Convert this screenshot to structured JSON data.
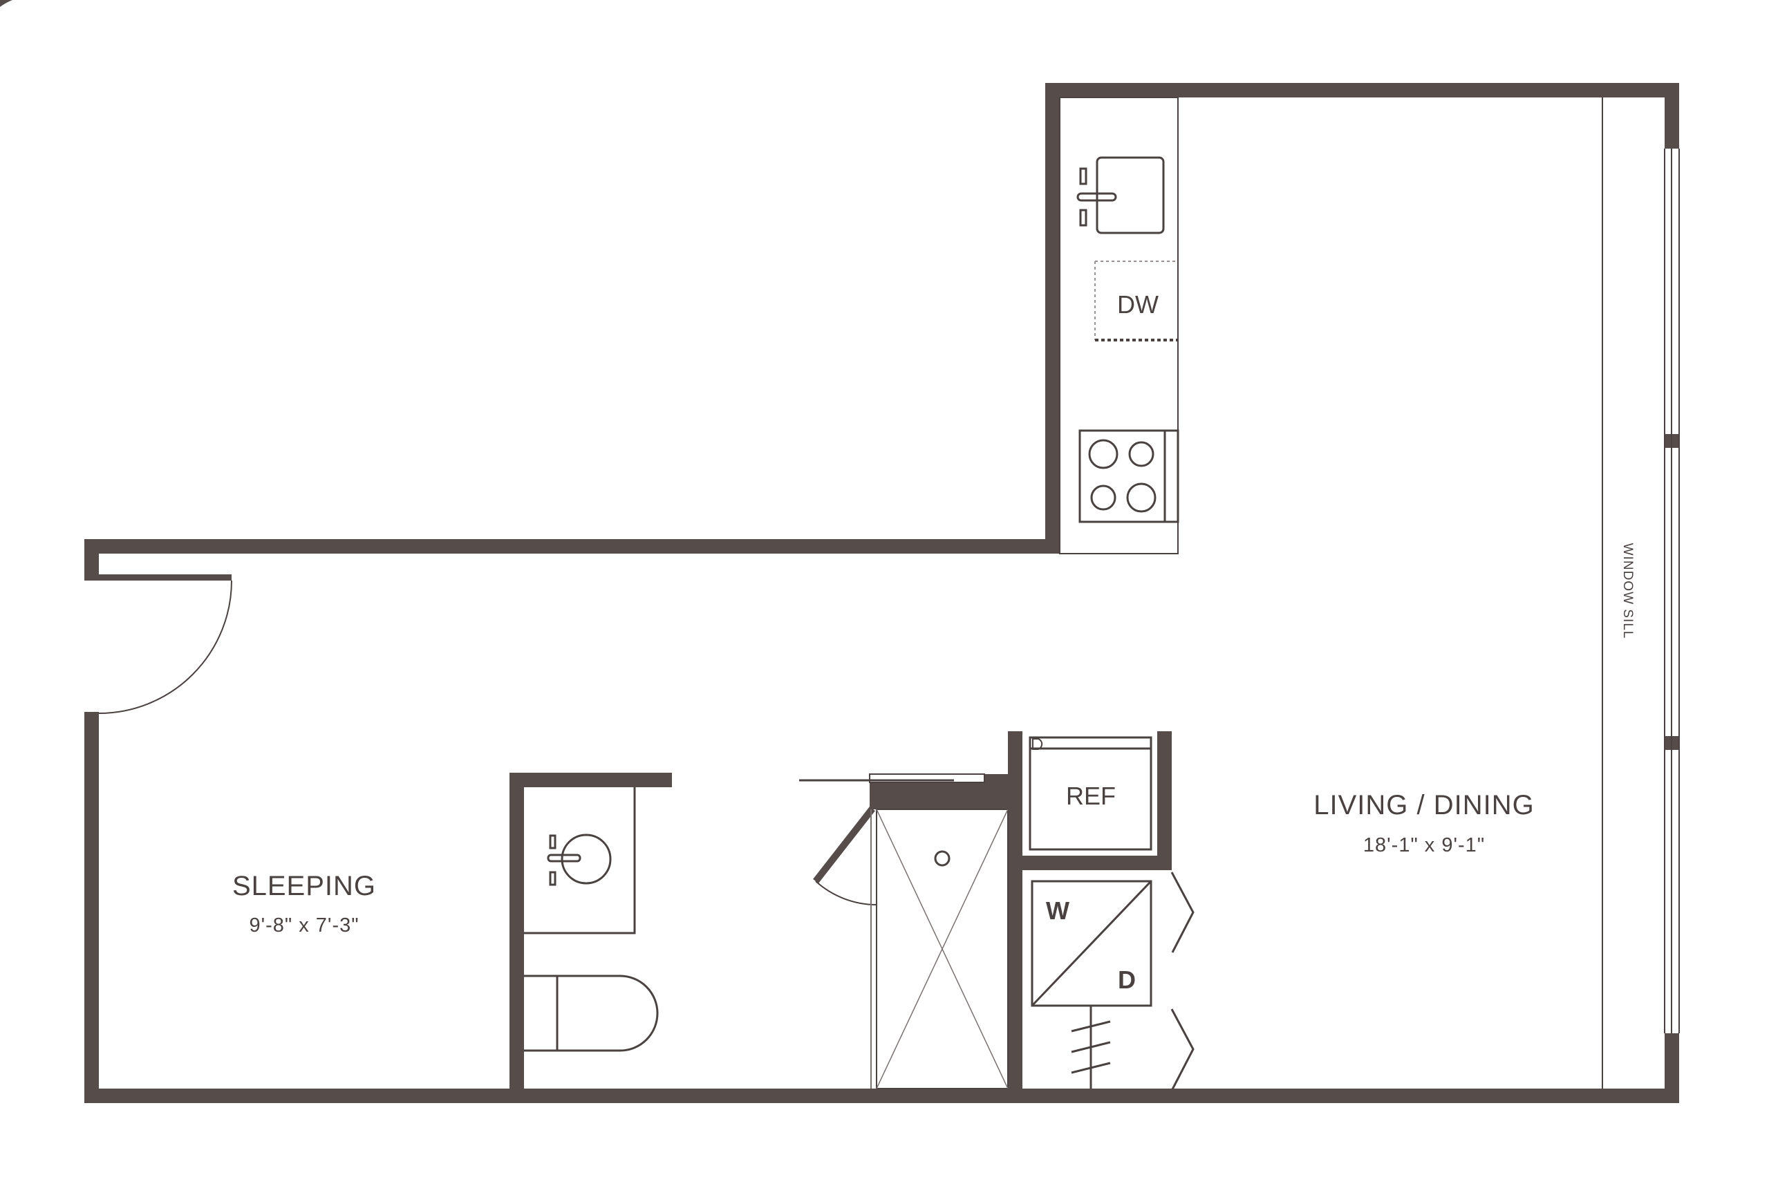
{
  "colors": {
    "wall": "#564c4a",
    "line": "#4a4240",
    "thin": "#7a7270",
    "background": "#ffffff"
  },
  "rooms": {
    "sleeping": {
      "name": "SLEEPING",
      "dimensions": "9'-8\" x 7'-3\""
    },
    "living": {
      "name": "LIVING / DINING",
      "dimensions": "18'-1\" x 9'-1\""
    }
  },
  "fixtures": {
    "dishwasher": "DW",
    "refrigerator": "REF",
    "washer": "W",
    "dryer": "D",
    "window_sill": "WINDOW SILL"
  }
}
